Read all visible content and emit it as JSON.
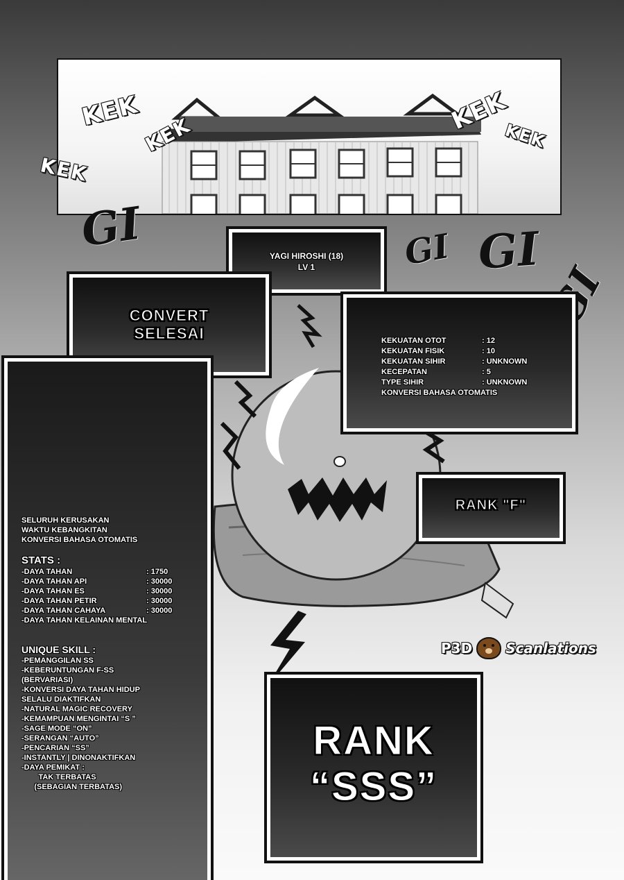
{
  "sfx": {
    "kek": [
      "KEK",
      "KEK",
      "KEK",
      "KEK",
      "KEK"
    ],
    "gi": [
      "GI",
      "GI",
      "GI",
      "GI"
    ]
  },
  "name_window": {
    "name": "YAGI HIROSHI (18)",
    "level": "LV 1"
  },
  "convert_window": {
    "line1": "CONVERT",
    "line2": "SELESAI"
  },
  "stats_window": {
    "rows": [
      {
        "label": "KEKUATAN OTOT",
        "value": ": 12"
      },
      {
        "label": "KEKUATAN FISIK",
        "value": ": 10"
      },
      {
        "label": "KEKUATAN SIHIR",
        "value": ": UNKNOWN"
      },
      {
        "label": "KECEPATAN",
        "value": ": 5"
      },
      {
        "label": "TYPE SIHIR",
        "value": ": UNKNOWN"
      }
    ],
    "footer": "KONVERSI BAHASA OTOMATIS"
  },
  "rank_f": "RANK \"F\"",
  "rank_sss": {
    "line1": "RANK",
    "line2": "“SSS”"
  },
  "watermark": {
    "left": "P3D",
    "right": "Scanlations"
  },
  "left_panel": {
    "intro": [
      "SELURUH KERUSAKAN",
      "WAKTU KEBANGKITAN",
      "KONVERSI BAHASA OTOMATIS"
    ],
    "stats_title": "STATS  :",
    "stats": [
      {
        "label": "-DAYA TAHAN",
        "value": ": 1750"
      },
      {
        "label": "-DAYA TAHAN API",
        "value": ": 30000"
      },
      {
        "label": "-DAYA TAHAN ES",
        "value": ": 30000"
      },
      {
        "label": "-DAYA TAHAN PETIR",
        "value": ": 30000"
      },
      {
        "label": "-DAYA TAHAN CAHAYA",
        "value": ": 30000"
      }
    ],
    "stats_last": "-DAYA TAHAN KELAINAN  MENTAL",
    "skills_title": "UNIQUE SKILL :",
    "skills": [
      "-PEMANGGILAN   SS",
      "-KEBERUNTUNGAN  F-SS",
      "  (BERVARIASI)",
      "-KONVERSI DAYA TAHAN HIDUP",
      "  SELALU DIAKTIFKAN",
      "-NATURAL MAGIC RECOVERY",
      "-KEMAMPUAN MENGINTAI  “S ”",
      "-SAGE MODE  “ON”",
      "-SERANGAN  “AUTO”",
      "-PENCARIAN  “SS”",
      "-INSTANTLY | DINONAKTIFKAN",
      "-DAYA PEMIKAT :",
      "        TAK TERBATAS",
      "      (SEBAGIAN TERBATAS)"
    ]
  }
}
